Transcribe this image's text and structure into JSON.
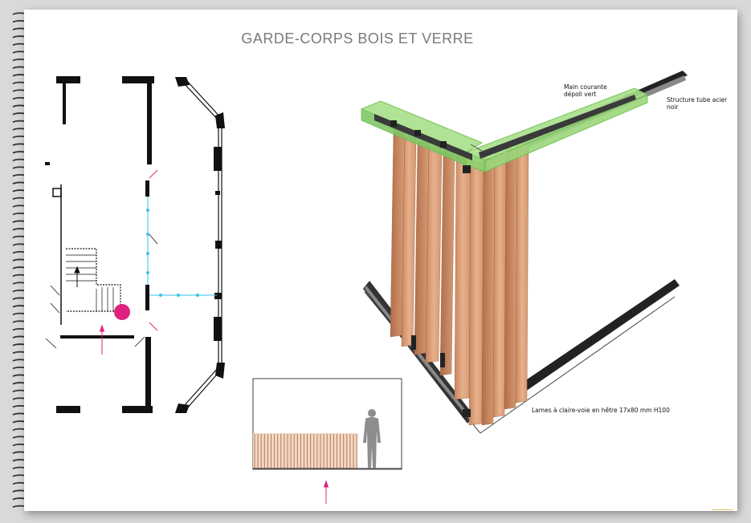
{
  "title": "GARDE-CORPS BOIS ET VERRE",
  "annotations": {
    "handrail_line1": "Main courante",
    "handrail_line2": "dépoli vert",
    "structure_line1": "Structure tube acier",
    "structure_line2": "noir",
    "slats": "Lames à claire-voie en hêtre 17x80 mm H100"
  },
  "colors": {
    "wall": "#111111",
    "wood_light": "#e2a57c",
    "wood_dark": "#b9764f",
    "glass_green": "#a8e08a",
    "marker_magenta": "#e0217f",
    "glass_line_cyan": "#3ac2e8",
    "title_grey": "#7a7a7a"
  },
  "icons": [
    "spiral-binding-icon",
    "person-silhouette-icon",
    "direction-arrow-icon",
    "position-marker-icon"
  ]
}
